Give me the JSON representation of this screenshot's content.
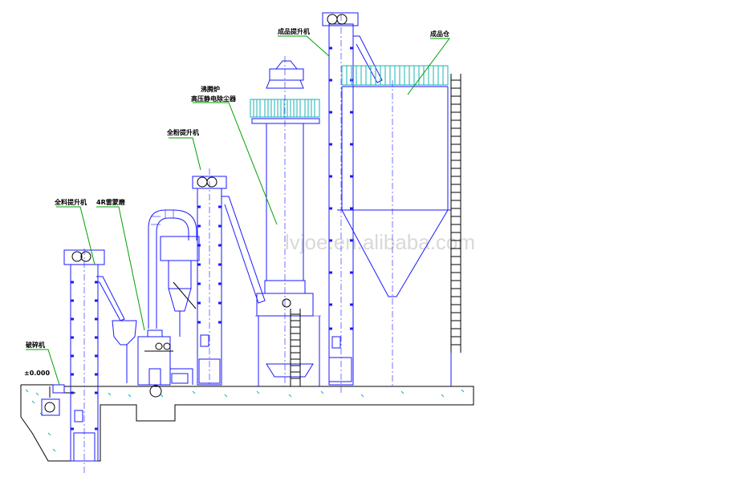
{
  "watermark": "lvjoe.en.alibaba.com",
  "labels": {
    "crusher": "破碎机",
    "level": "±0.000",
    "elevator_raw": "全料提升机",
    "mill": "4R雷蒙磨",
    "elevator_product": "全粉提升机",
    "furnace_line1": "沸腾炉",
    "furnace_line2": "高压静电除尘器",
    "finished_elevator": "成品提升机",
    "finished_silo": "成品仓"
  },
  "colors": {
    "outline": "#1a1aff",
    "ground": "#000000",
    "cyan": "#19b3b3",
    "leader": "#00a000"
  }
}
